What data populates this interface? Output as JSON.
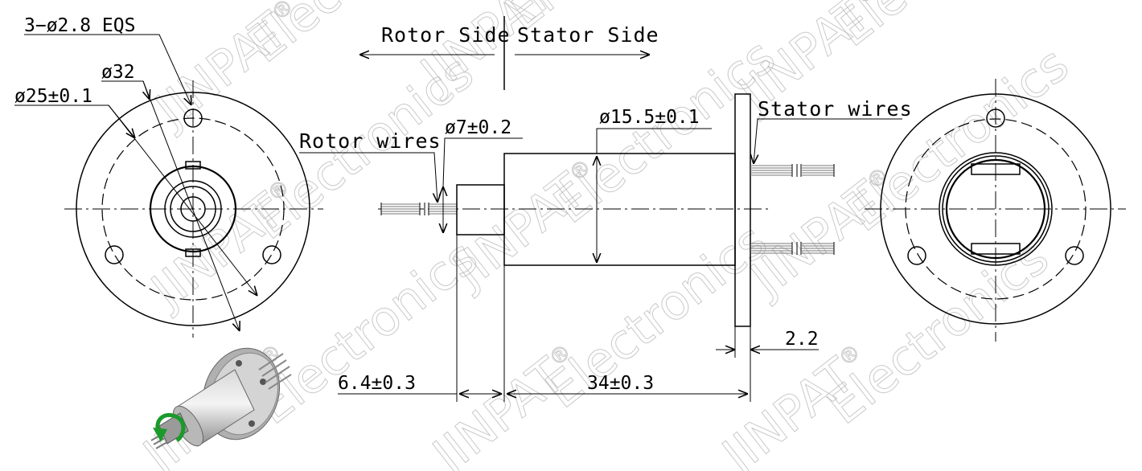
{
  "drawing": {
    "side_labels": {
      "rotor": "Rotor Side",
      "stator": "Stator Side"
    },
    "callouts": {
      "holes": "3−ø2.8 EQS",
      "outer_diameter": "ø32",
      "bolt_circle": "ø25±0.1",
      "rotor_wires": "Rotor wires",
      "shaft_diameter": "ø7±0.2",
      "body_diameter": "ø15.5±0.1",
      "stator_wires": "Stator wires",
      "flange_thickness": "2.2",
      "shaft_length": "6.4±0.3",
      "body_length": "34±0.3"
    },
    "watermark": {
      "brand": "JINPAT",
      "registered": "®",
      "word": "Electronics"
    },
    "colors": {
      "line": "#000000",
      "watermark": "#b8b8b8",
      "rotation_arrow": "#1a9a2a",
      "body_gray": "#9a9a9a"
    }
  }
}
